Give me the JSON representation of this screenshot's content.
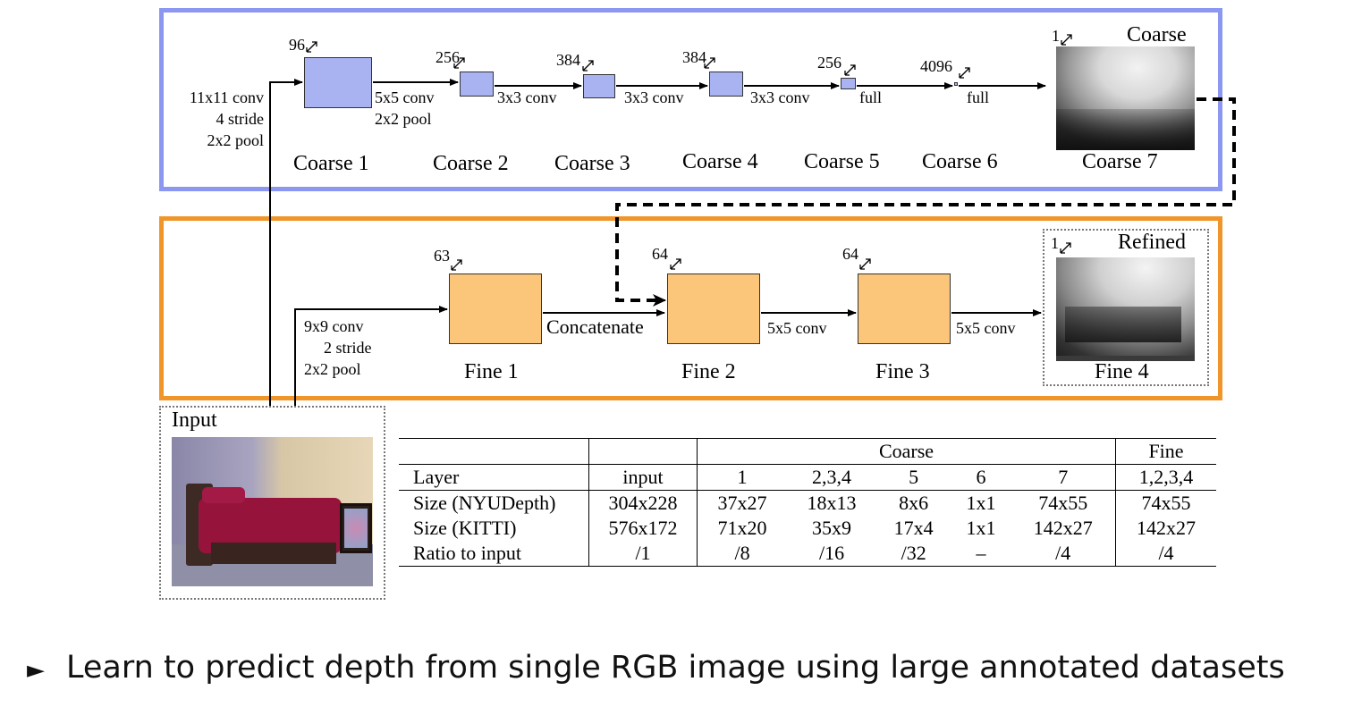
{
  "coarse_block": {
    "title": "Coarse",
    "layers": [
      {
        "name": "Coarse 1",
        "depth": "96"
      },
      {
        "name": "Coarse 2",
        "depth": "256"
      },
      {
        "name": "Coarse 3",
        "depth": "384"
      },
      {
        "name": "Coarse 4",
        "depth": "384"
      },
      {
        "name": "Coarse 5",
        "depth": "256"
      },
      {
        "name": "Coarse 6",
        "depth": "4096"
      },
      {
        "name": "Coarse 7",
        "depth": "1"
      }
    ],
    "ops": {
      "input_op": [
        "11x11 conv",
        "4 stride",
        "2x2 pool"
      ],
      "op_1_2": [
        "5x5 conv",
        "2x2 pool"
      ],
      "op_2_3": "3x3 conv",
      "op_3_4": "3x3 conv",
      "op_4_5": "3x3 conv",
      "op_5_6": "full",
      "op_6_7": "full"
    }
  },
  "fine_block": {
    "title": "Refined",
    "layers": [
      {
        "name": "Fine 1",
        "depth": "63"
      },
      {
        "name": "Fine 2",
        "depth": "64"
      },
      {
        "name": "Fine 3",
        "depth": "64"
      },
      {
        "name": "Fine 4",
        "depth": "1"
      }
    ],
    "ops": {
      "input_op": [
        "9x9 conv",
        "2 stride",
        "2x2 pool"
      ],
      "op_1_2": "Concatenate",
      "op_2_3": "5x5 conv",
      "op_3_4": "5x5 conv"
    }
  },
  "input": {
    "label": "Input"
  },
  "table": {
    "group_headers": {
      "coarse": "Coarse",
      "fine": "Fine"
    },
    "header": [
      "Layer",
      "input",
      "1",
      "2,3,4",
      "5",
      "6",
      "7",
      "1,2,3,4"
    ],
    "rows": [
      [
        "Size (NYUDepth)",
        "304x228",
        "37x27",
        "18x13",
        "8x6",
        "1x1",
        "74x55",
        "74x55"
      ],
      [
        "Size (KITTI)",
        "576x172",
        "71x20",
        "35x9",
        "17x4",
        "1x1",
        "142x27",
        "142x27"
      ],
      [
        "Ratio to input",
        "/1",
        "/8",
        "/16",
        "/32",
        "–",
        "/4",
        "/4"
      ]
    ]
  },
  "bullet": {
    "marker": "►",
    "text": "Learn to predict depth from single RGB image using large annotated datasets"
  },
  "colors": {
    "coarse_frame": "#8c97f2",
    "fine_frame": "#f0952a",
    "coarse_box": "#a9b3f2",
    "fine_box": "#fcc67a"
  }
}
